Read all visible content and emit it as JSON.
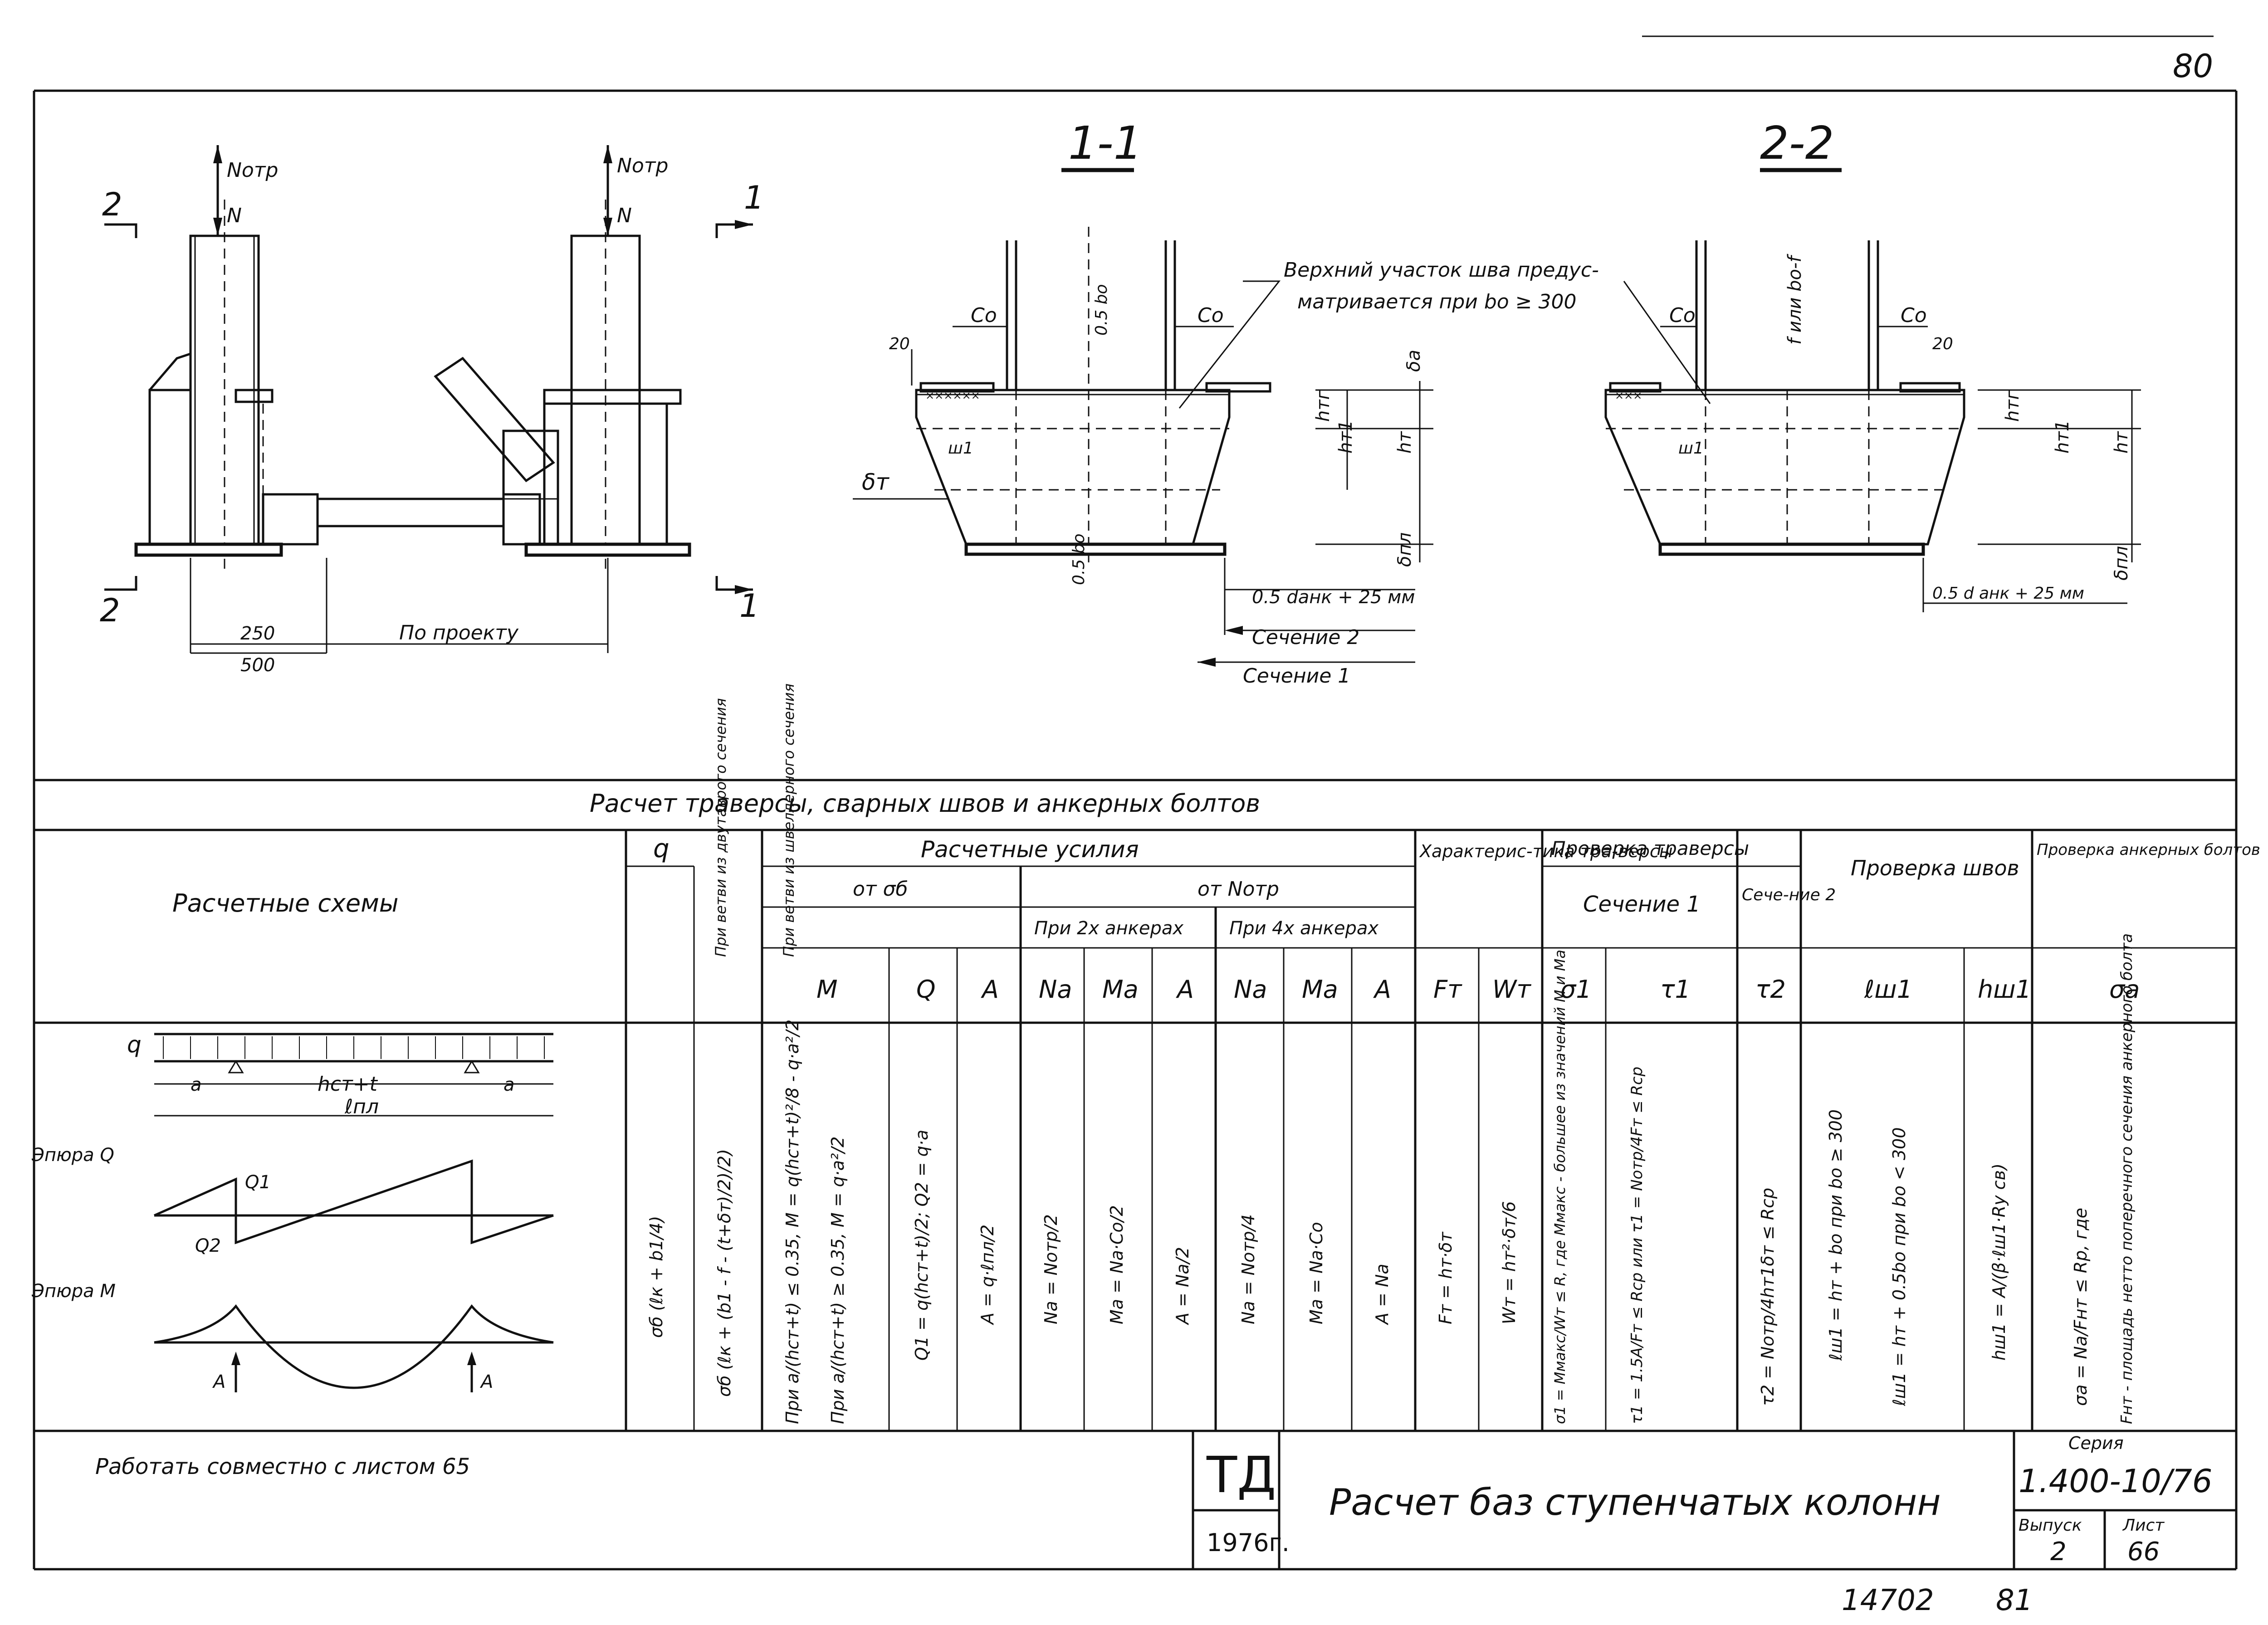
{
  "sheet_number_top": "80",
  "drawing": {
    "left_view": {
      "force_top_1": "Nотр",
      "force_top_2": "Nотр",
      "force_n_1": "N",
      "force_n_2": "N",
      "cut_mark_left_top": "2",
      "cut_mark_left_bottom": "2",
      "cut_mark_right_top": "1",
      "cut_mark_right_bottom": "1",
      "dim_top": "250",
      "dim_bottom": "500",
      "dim_project": "По проекту"
    },
    "section_1": {
      "title": "1-1",
      "label_c0_left": "Co",
      "label_c0_right": "Co",
      "label_20": "20",
      "label_05b0_top": "0.5 bo",
      "label_05b0_bottom": "0.5 bo",
      "label_delta_a": "δa",
      "label_htg": "hтг",
      "label_ht1": "hт1",
      "label_ht": "hт",
      "label_delta_pl": "δпл",
      "label_delta_t": "δт",
      "label_w1": "ш1",
      "note": "Верхний участок шва предус-",
      "note2": "матривается  при  bo ≥ 300",
      "dim_anchor": "0.5 dанк + 25 мм",
      "section_2_label": "Сечение 2",
      "section_1_label": "Сечение 1",
      "weld_marks": "××××××"
    },
    "section_2": {
      "title": "2-2",
      "label_c0_left": "Co",
      "label_c0_right": "Co",
      "label_20": "20",
      "label_f": "f или bo-f",
      "label_htg": "hтг",
      "label_ht1": "hт1",
      "label_ht": "hт",
      "label_delta_pl": "δпл",
      "label_w1": "ш1",
      "dim_anchor": "0.5 d анк + 25 мм",
      "weld_marks": "×××"
    }
  },
  "table": {
    "title": "Расчет  траверсы,  сварных  швов  и  анкерных  болтов",
    "col_schemes": "Расчетные   схемы",
    "col_q": "q",
    "col_q_sub1": "При ветви из двутаврого сечения",
    "col_q_sub2": "При ветви из швеллерного сечения",
    "col_forces": "Расчетные  усилия",
    "col_from_sigma": "от σб",
    "col_from_notr": "от  Nотр",
    "col_2anchors": "При 2х анкерах",
    "col_4anchors": "При 4х анкерах",
    "col_char": "Характерис-тика тра-версы",
    "col_check_trav": "Проверка  траверсы",
    "col_sec1": "Сечение 1",
    "col_sec2": "Сече-ние 2",
    "col_check_welds": "Проверка швов",
    "col_check_bolts": "Проверка анкерных болтов",
    "sub_headers": [
      "M",
      "Q",
      "A",
      "Na",
      "Ma",
      "A",
      "Na",
      "Ma",
      "A",
      "Fт",
      "Wт",
      "σ1",
      "τ1",
      "τ2",
      "ℓш1",
      "hш1",
      "σa"
    ],
    "scheme": {
      "q": "q",
      "a_left": "a",
      "a_right": "a",
      "span": "hст+t",
      "length": "ℓпл",
      "epure_q": "Эпюра Q",
      "q1": "Q1",
      "q2": "Q2",
      "epure_m": "Эпюра М",
      "reaction_1": "A",
      "reaction_2": "A"
    },
    "formulas": {
      "q1": "σб (ℓк + b1/4)",
      "q2": "σб (ℓк + (b1 - f - (t+δт)/2)/2)",
      "m1": "При a/(hст+t) ≤ 0.35,  M = q(hст+t)²/8 - q·a²/2",
      "m2": "При a/(hст+t) ≥ 0.35,  M = q·a²/2",
      "q_force": "Q1 = q(hст+t)/2;  Q2 = q·a",
      "a_sigma": "A = q·ℓпл/2",
      "na2": "Na = Nотр/2",
      "ma2": "Ma = Na·Co/2",
      "a2": "A = Na/2",
      "na4": "Na = Nотр/4",
      "ma4": "Ma = Na·Co",
      "a4": "A = Na",
      "ft": "Fт = hт·δт",
      "wt": "Wт = hт²·δт/6",
      "sigma1": "σ1 = Mмакс/Wт ≤ R,  где Mмакс - большее из значений M и Ma",
      "tau1": "τ1 = 1.5A/Fт ≤ Rср  или  τ1 = Nотр/4Fт ≤ Rср",
      "tau2": "τ2 = Nотр/4hт1δт ≤ Rср",
      "lw1a": "ℓш1 = hт + bo  при  bo ≥ 300",
      "lw1b": "ℓш1 = hт + 0.5bo  при  bo < 300",
      "hw1": "hш1 = A/(β·ℓш1·Rу св)",
      "sigma_a": "σa = Na/Fнт ≤ Rр,  где",
      "sigma_a_note": "Fнт - площадь нетто поперечного сечения анкерного болта"
    }
  },
  "title_block": {
    "note": "Работать  совместно  с  листом  65",
    "logo": "ТД",
    "year": "1976г.",
    "title": "Расчет  баз  ступенчатых  колонн",
    "series_label": "Серия",
    "series": "1.400-10/76",
    "issue_label": "Выпуск",
    "issue": "2",
    "sheet_label": "Лист",
    "sheet": "66"
  },
  "footer": {
    "archive_no": "14702",
    "page": "81"
  }
}
